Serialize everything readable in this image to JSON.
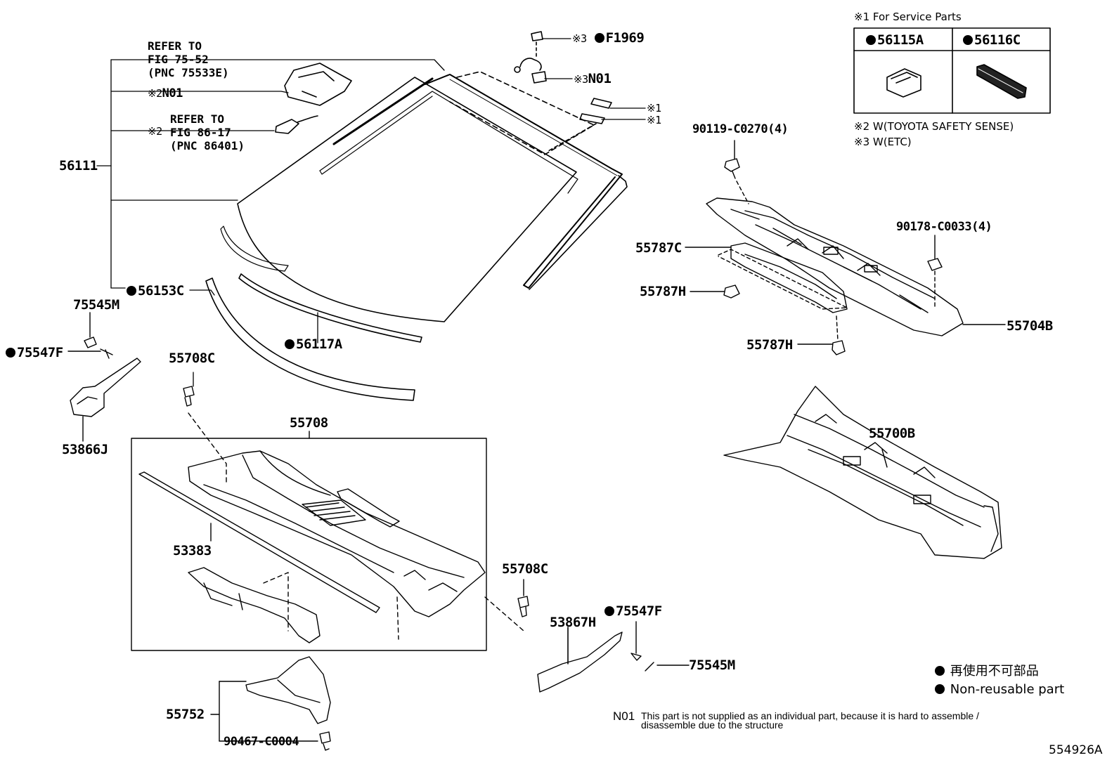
{
  "labels": {
    "p56111": "56111",
    "p56153c": "56153C",
    "p56117a": "56117A",
    "p75545m_left": "75545M",
    "p75547f_left": "75547F",
    "p53866j": "53866J",
    "p55708c_top": "55708C",
    "p55708": "55708",
    "p53383": "53383",
    "p55708c_right": "55708C",
    "p53867h": "53867H",
    "p75547f_right": "75547F",
    "p75545m_right": "75545M",
    "p55752": "55752",
    "p90467": "90467-C0004",
    "p55700b": "55700B",
    "p55704b": "55704B",
    "p55787c": "55787C",
    "p55787h_a": "55787H",
    "p55787h_b": "55787H",
    "p90119": "90119-C0270(4)",
    "p90178": "90178-C0033(4)",
    "p_f1969": "F1969",
    "p_n01_etc": "N01",
    "p_n01_tss": "N01",
    "kome1_a": "※1",
    "kome1_b": "※1",
    "kome3_a": "※3",
    "kome3_b": "※3",
    "kome2_a": "※2",
    "kome2_b": "※2"
  },
  "refs": {
    "refer_75_line1": "REFER TO",
    "refer_75_line2": "FIG 75-52",
    "refer_75_line3": "(PNC 75533E)",
    "refer_86_line1": "REFER TO",
    "refer_86_line2": "FIG 86-17",
    "refer_86_line3": "(PNC 86401)"
  },
  "service_parts": {
    "title": "※1 For Service Parts",
    "col1": "56115A",
    "col2": "56116C"
  },
  "notes": {
    "note2": "※2 W(TOYOTA SAFETY SENSE)",
    "note3": "※3 W(ETC)"
  },
  "legend": {
    "jp": "再使用不可部品",
    "en": "Non-reusable part"
  },
  "n01_note": {
    "code": "N01",
    "line1": "This part is not supplied as an individual part, because it is hard to assemble /",
    "line2": "disassemble due to the structure"
  },
  "figure_id": "554926A"
}
